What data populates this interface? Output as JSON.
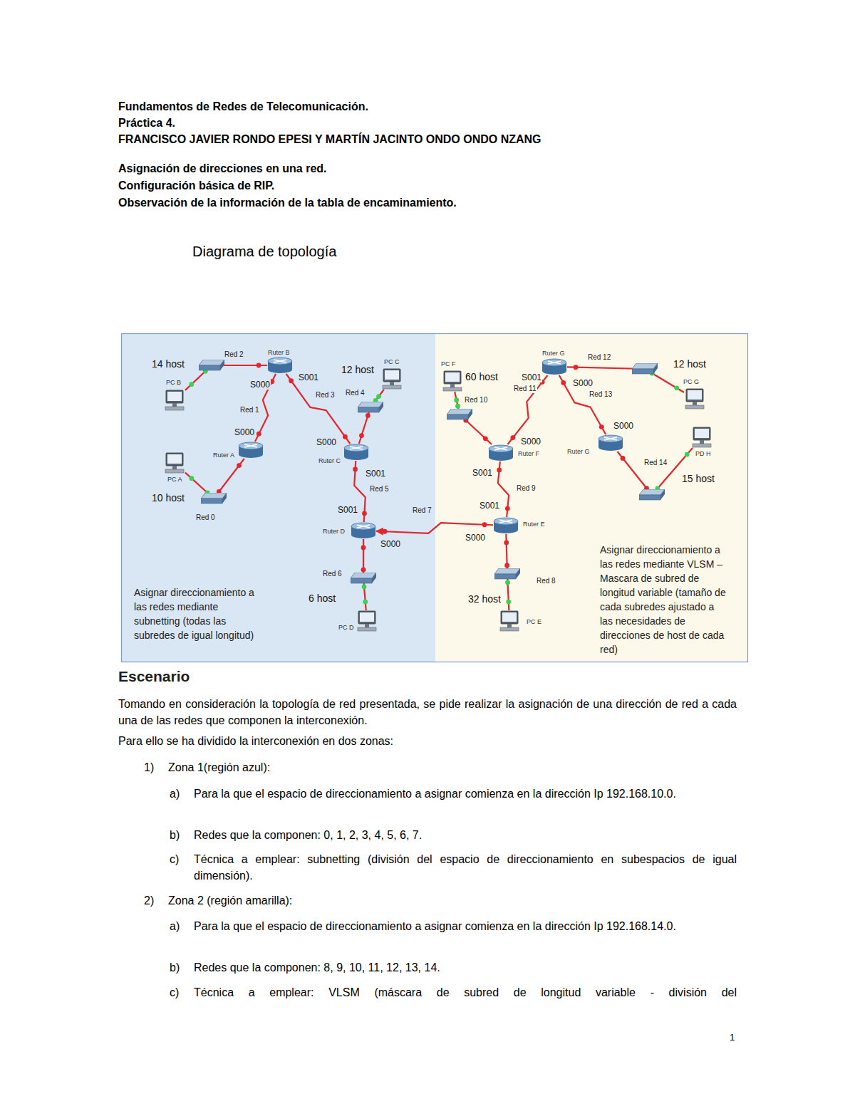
{
  "diagram": {
    "title": "Fundamentos de Redes de Telecomunicación.",
    "nodes": [
      {
        "text": [
          "Asignar direccionamiento a las redes mediante subnetting (todas las subredes de igual longitud)"
        ]
      },
      {
        "text": [
          "Asignar direccionamiento a las redes mediante VLSM – Mascara de subred de longitud variable (tamaño de cada subredes ajustado a las necesidades de direcciones de host de cada red)"
        ]
      },
      {
        "text": [
          "Ruter B"
        ],
        "in": 0
      },
      {
        "text": [
          "PC B"
        ],
        "in": 0
      },
      {
        "text": [
          "PC C"
        ],
        "in": 0
      },
      {
        "text": [
          "Ruter A"
        ],
        "in": 0
      },
      {
        "text": [
          "PC A"
        ],
        "in": 0
      },
      {
        "text": [
          "Ruter C"
        ],
        "in": 0
      },
      {
        "text": [
          "Ruter D"
        ],
        "in": 0
      },
      {
        "text": [
          "PC D"
        ],
        "in": 0
      },
      {
        "text": [
          "PC F"
        ],
        "in": 1
      },
      {
        "text": [
          "Ruter G"
        ],
        "in": 1
      },
      {
        "text": [
          "PC G"
        ],
        "in": 1
      },
      {
        "text": [
          "Ruter F"
        ],
        "in": 1
      },
      {
        "text": [
          "Ruter G"
        ],
        "in": 1
      },
      {
        "text": [
          "PD H"
        ],
        "in": 1
      },
      {
        "text": [
          "Ruter E"
        ],
        "in": 1
      },
      {
        "text": [
          "PC E"
        ],
        "in": 1
      }
    ],
    "edges": [
      {
        "from": 2,
        "to": 3,
        "arrow": "none",
        "label": "Red 2"
      },
      {
        "from": 2,
        "to": 5,
        "arrow": "none",
        "label": "Red 1"
      },
      {
        "from": 2,
        "to": 7,
        "arrow": "none",
        "label": "Red 3"
      },
      {
        "from": 7,
        "to": 4,
        "arrow": "none",
        "label": "Red 4"
      },
      {
        "from": 5,
        "to": 6,
        "arrow": "none",
        "label": "Red 0"
      },
      {
        "from": 7,
        "to": 8,
        "arrow": "none",
        "label": "Red 5"
      },
      {
        "from": 8,
        "to": 9,
        "arrow": "none",
        "label": "Red 6"
      },
      {
        "from": 16,
        "to": 8,
        "arrow": "to",
        "label": "Red 7"
      },
      {
        "from": 16,
        "to": 17,
        "arrow": "none",
        "label": "Red 8"
      },
      {
        "from": 13,
        "to": 16,
        "arrow": "none",
        "label": "Red 9"
      },
      {
        "from": 13,
        "to": 10,
        "arrow": "none",
        "label": "Red 10"
      },
      {
        "from": 11,
        "to": 13,
        "arrow": "none",
        "label": "Red 11"
      },
      {
        "from": 11,
        "to": 12,
        "arrow": "none",
        "label": "Red 12"
      },
      {
        "from": 11,
        "to": 14,
        "arrow": "none",
        "label": "Red 13"
      },
      {
        "from": 14,
        "to": 15,
        "arrow": "none",
        "label": "Red 14"
      }
    ],
    "labels": [
      "Práctica 4.",
      "FRANCISCO JAVIER RONDO EPESI Y MARTÍN JACINTO ONDO ONDO NZANG",
      "Asignación de direcciones en una red.",
      "Configuración básica de RIP.",
      "Observación de la información de la tabla de encaminamiento.",
      "Diagrama de topología",
      "14 host",
      "S001",
      "S000",
      "12 host",
      "S000",
      "S000",
      "S001",
      "10 host",
      "S001",
      "S000",
      "6 host",
      "60 host",
      "S001",
      "S000",
      "12 host",
      "S000",
      "S000",
      "S001",
      "15 host",
      "S001",
      "S000",
      "32 host",
      "Escenario",
      "Tomando en consideración la topología de red presentada, se pide realizar la asignación de una dirección de red a cada una de las redes que componen la interconexión.",
      "Para ello se ha dividido la interconexión en dos zonas:",
      "1)",
      "Zona 1(región azul):",
      "a)",
      "Para la que el espacio de direccionamiento a asignar comienza en la dirección Ip 192.168.10.0.",
      "b)",
      "Redes que la componen: 0, 1, 2, 3, 4, 5, 6, 7.",
      "c)",
      "Técnica a emplear: subnetting (división del espacio de direccionamiento en subespacios de igual dimensión).",
      "2)",
      "Zona 2 (región amarilla):",
      "a)",
      "Para la que el espacio de direccionamiento a asignar comienza en la dirección Ip 192.168.14.0.",
      "b)",
      "Redes que la componen: 8, 9, 10, 11, 12, 13, 14.",
      "c)",
      "Técnica a emplear: VLSM (máscara de subred de longitud variable - división del",
      "1"
    ]
  }
}
